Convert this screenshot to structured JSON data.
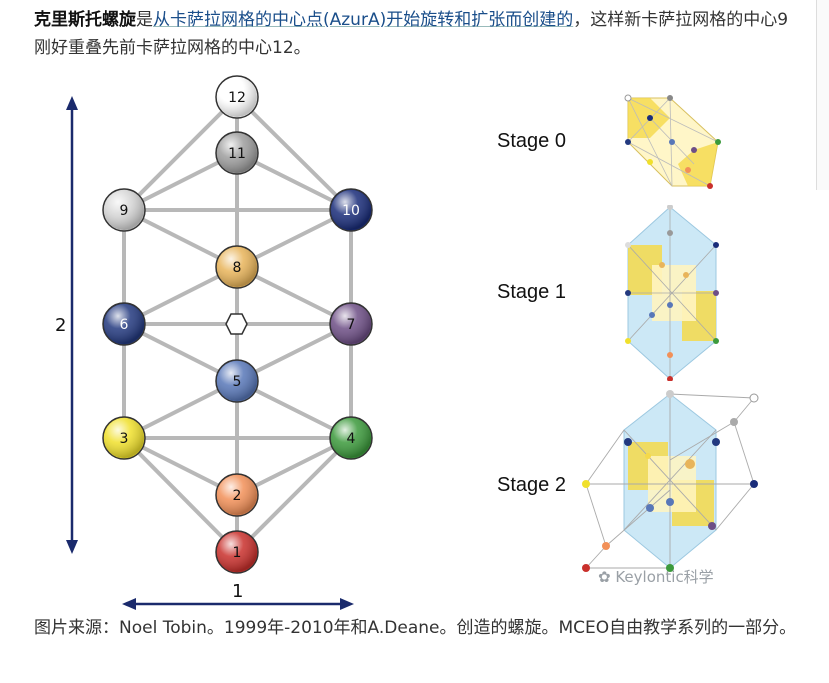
{
  "intro": {
    "bold": "克里斯托螺旋",
    "pre_link": "是",
    "link": "从卡萨拉网格的中心点(AzurA)开始旋转和扩张而创建的",
    "post_link": "，这样新卡萨拉网格的中心9刚好重叠先前卡萨拉网格的中心12。"
  },
  "diagram": {
    "height_label": "2",
    "width_label": "1",
    "spheres": [
      {
        "id": "12",
        "label": "12",
        "color": "#ffffff"
      },
      {
        "id": "11",
        "label": "11",
        "color": "#9e9e9e"
      },
      {
        "id": "9",
        "label": "9",
        "color": "#d6d6d6"
      },
      {
        "id": "10",
        "label": "10",
        "color": "#1a2d7a"
      },
      {
        "id": "8",
        "label": "8",
        "color": "#e8b45a"
      },
      {
        "id": "6",
        "label": "6",
        "color": "#23397f"
      },
      {
        "id": "7",
        "label": "7",
        "color": "#6e4f86"
      },
      {
        "id": "5",
        "label": "5",
        "color": "#5877b8"
      },
      {
        "id": "3",
        "label": "3",
        "color": "#f0e02c"
      },
      {
        "id": "4",
        "label": "4",
        "color": "#3c9a3c"
      },
      {
        "id": "2",
        "label": "2",
        "color": "#f29058"
      },
      {
        "id": "1",
        "label": "1",
        "color": "#c9302c"
      }
    ]
  },
  "stages": [
    {
      "label": "Stage 0"
    },
    {
      "label": "Stage 1"
    },
    {
      "label": "Stage 2"
    }
  ],
  "watermark": "Keylontic科学",
  "caption": "图片来源：Noel Tobin。1999年-2010年和A.Deane。创造的螺旋。MCEO自由教学系列的一部分。"
}
